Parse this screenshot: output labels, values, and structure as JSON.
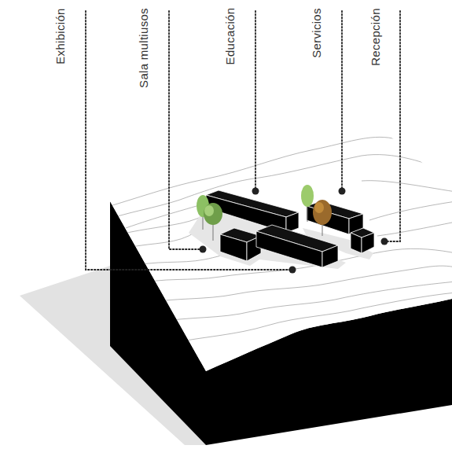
{
  "diagram": {
    "labels": [
      "Exhibición",
      "Sala multiusos",
      "Educación",
      "Servicios",
      "Recepción"
    ]
  }
}
